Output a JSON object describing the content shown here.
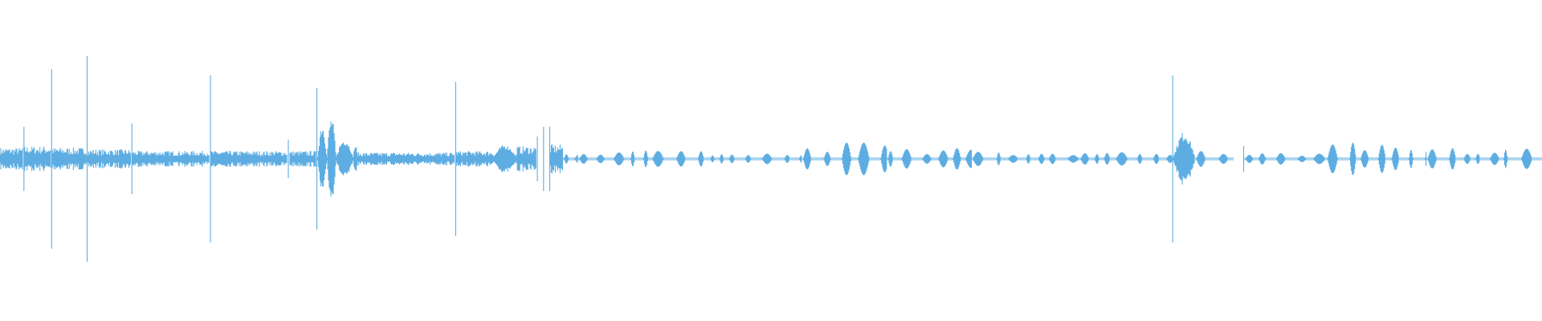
{
  "waveform": {
    "color": "#5dade2",
    "background": "#ffffff",
    "segments": [
      {
        "start": 0.0,
        "end": 0.015,
        "amp": 0.035,
        "kind": "noise"
      },
      {
        "start": 0.015,
        "end": 0.016,
        "amp": 0.1,
        "kind": "spike"
      },
      {
        "start": 0.016,
        "end": 0.033,
        "amp": 0.04,
        "kind": "noise"
      },
      {
        "start": 0.033,
        "end": 0.034,
        "amp": 0.28,
        "kind": "spike"
      },
      {
        "start": 0.034,
        "end": 0.056,
        "amp": 0.035,
        "kind": "noise"
      },
      {
        "start": 0.056,
        "end": 0.057,
        "amp": 0.32,
        "kind": "spike"
      },
      {
        "start": 0.057,
        "end": 0.085,
        "amp": 0.03,
        "kind": "noise"
      },
      {
        "start": 0.085,
        "end": 0.086,
        "amp": 0.11,
        "kind": "spike"
      },
      {
        "start": 0.086,
        "end": 0.136,
        "amp": 0.025,
        "kind": "noise"
      },
      {
        "start": 0.136,
        "end": 0.137,
        "amp": 0.26,
        "kind": "spike"
      },
      {
        "start": 0.137,
        "end": 0.186,
        "amp": 0.025,
        "kind": "noise"
      },
      {
        "start": 0.186,
        "end": 0.188,
        "amp": 0.06,
        "kind": "spike"
      },
      {
        "start": 0.188,
        "end": 0.205,
        "amp": 0.025,
        "kind": "noise"
      },
      {
        "start": 0.205,
        "end": 0.206,
        "amp": 0.22,
        "kind": "spike"
      },
      {
        "start": 0.206,
        "end": 0.212,
        "amp": 0.11,
        "kind": "burst"
      },
      {
        "start": 0.212,
        "end": 0.218,
        "amp": 0.13,
        "kind": "burst"
      },
      {
        "start": 0.218,
        "end": 0.229,
        "amp": 0.06,
        "kind": "burst"
      },
      {
        "start": 0.229,
        "end": 0.232,
        "amp": 0.04,
        "kind": "burst"
      },
      {
        "start": 0.232,
        "end": 0.295,
        "amp": 0.02,
        "kind": "noise"
      },
      {
        "start": 0.295,
        "end": 0.296,
        "amp": 0.24,
        "kind": "spike"
      },
      {
        "start": 0.296,
        "end": 0.32,
        "amp": 0.025,
        "kind": "noise"
      },
      {
        "start": 0.32,
        "end": 0.335,
        "amp": 0.04,
        "kind": "burst"
      },
      {
        "start": 0.335,
        "end": 0.348,
        "amp": 0.04,
        "kind": "noise"
      },
      {
        "start": 0.348,
        "end": 0.349,
        "amp": 0.07,
        "kind": "spike"
      },
      {
        "start": 0.352,
        "end": 0.353,
        "amp": 0.1,
        "kind": "spike"
      },
      {
        "start": 0.356,
        "end": 0.357,
        "amp": 0.1,
        "kind": "spike"
      },
      {
        "start": 0.357,
        "end": 0.365,
        "amp": 0.045,
        "kind": "noise"
      },
      {
        "start": 0.365,
        "end": 0.375,
        "amp": 0.018,
        "kind": "blips"
      },
      {
        "start": 0.375,
        "end": 0.46,
        "amp": 0.02,
        "kind": "blips"
      },
      {
        "start": 0.46,
        "end": 0.52,
        "amp": 0.012,
        "kind": "blips"
      },
      {
        "start": 0.52,
        "end": 0.545,
        "amp": 0.025,
        "kind": "blips"
      },
      {
        "start": 0.545,
        "end": 0.575,
        "amp": 0.04,
        "kind": "blips"
      },
      {
        "start": 0.575,
        "end": 0.63,
        "amp": 0.025,
        "kind": "blips"
      },
      {
        "start": 0.63,
        "end": 0.7,
        "amp": 0.015,
        "kind": "blips"
      },
      {
        "start": 0.7,
        "end": 0.76,
        "amp": 0.014,
        "kind": "blips"
      },
      {
        "start": 0.76,
        "end": 0.761,
        "amp": 0.26,
        "kind": "spike"
      },
      {
        "start": 0.761,
        "end": 0.775,
        "amp": 0.08,
        "kind": "burst"
      },
      {
        "start": 0.775,
        "end": 0.8,
        "amp": 0.02,
        "kind": "blips"
      },
      {
        "start": 0.806,
        "end": 0.807,
        "amp": 0.04,
        "kind": "spike"
      },
      {
        "start": 0.807,
        "end": 0.86,
        "amp": 0.012,
        "kind": "blips"
      },
      {
        "start": 0.86,
        "end": 0.925,
        "amp": 0.055,
        "kind": "blips"
      },
      {
        "start": 0.925,
        "end": 1.0,
        "amp": 0.025,
        "kind": "blips"
      }
    ]
  }
}
